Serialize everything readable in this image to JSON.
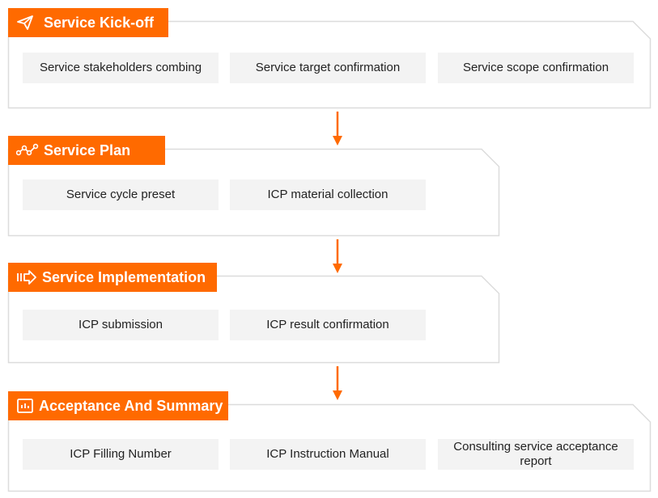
{
  "stages": [
    {
      "title": "Service Kick-off",
      "icon": "send-icon",
      "items": [
        "Service stakeholders combing",
        "Service target confirmation",
        "Service scope confirmation"
      ]
    },
    {
      "title": "Service Plan",
      "icon": "nodes-icon",
      "items": [
        "Service cycle preset",
        "ICP material collection"
      ]
    },
    {
      "title": "Service Implementation",
      "icon": "arrow-right-icon",
      "items": [
        "ICP submission",
        "ICP result confirmation"
      ]
    },
    {
      "title": "Acceptance And Summary",
      "icon": "report-icon",
      "items": [
        "ICP Filling Number",
        "ICP Instruction Manual",
        "Consulting service acceptance report"
      ]
    }
  ],
  "colors": {
    "accent": "#ff6a00",
    "item_bg": "#f3f3f3",
    "border": "#dddddd"
  }
}
